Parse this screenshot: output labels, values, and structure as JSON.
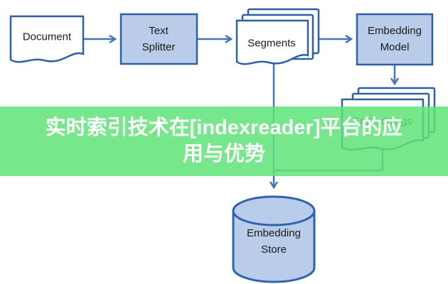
{
  "banner": {
    "title": "实时索引技术在[indexreader]平台的应用与优势",
    "title_lines": [
      "实时索引技术在[indexreader]平台的应",
      "用与优势"
    ],
    "background_color": "#5FE378",
    "text_color": "#FFFFFF"
  },
  "diagram": {
    "nodes": {
      "document": {
        "label": "Document",
        "shape": "document"
      },
      "text_splitter": {
        "label": "Text Splitter",
        "shape": "process-box"
      },
      "segments": {
        "label": "Segments",
        "shape": "stacked-documents"
      },
      "embedding_model": {
        "label": "Embedding Model",
        "shape": "process-box"
      },
      "embeddings": {
        "label": "Embeddings",
        "shape": "stacked-documents"
      },
      "embedding_store": {
        "label": "Embedding Store",
        "shape": "database-cylinder"
      }
    },
    "edges": [
      {
        "from": "document",
        "to": "text_splitter"
      },
      {
        "from": "text_splitter",
        "to": "segments"
      },
      {
        "from": "segments",
        "to": "embedding_model"
      },
      {
        "from": "embedding_model",
        "to": "embeddings"
      },
      {
        "from": "embeddings",
        "to": "embedding_store"
      },
      {
        "from": "segments",
        "to": "embedding_store"
      }
    ],
    "colors": {
      "node_fill": "#B9CCE9",
      "node_border": "#2E5FA9",
      "arrow": "#4472C4",
      "page_fill": "#FFFFFF",
      "label_text": "#1A1A1A"
    }
  }
}
